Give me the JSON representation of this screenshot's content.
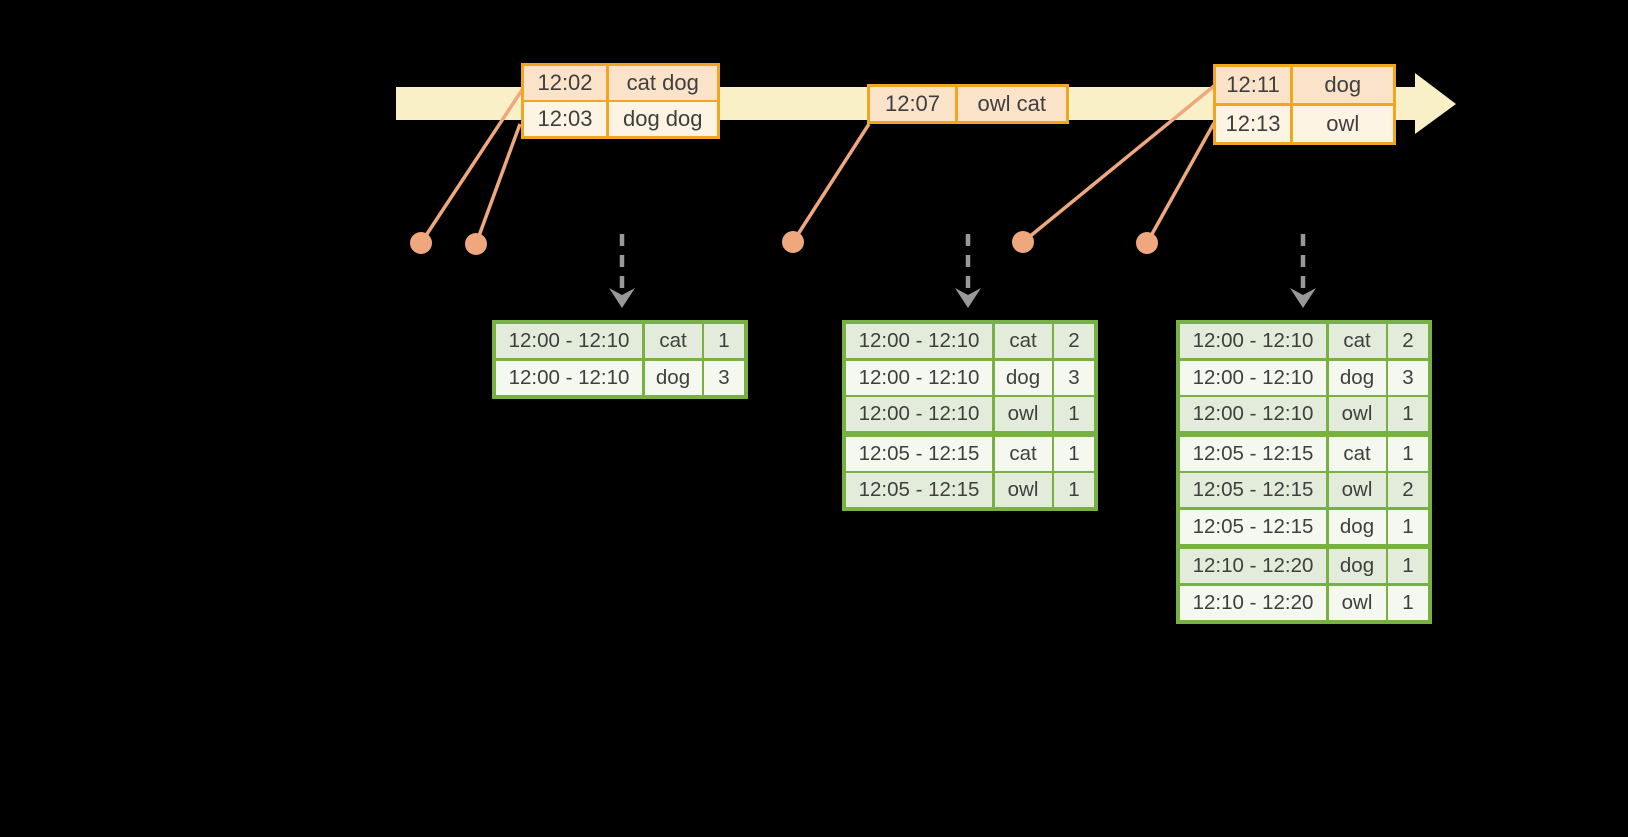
{
  "colors": {
    "background": "#000000",
    "timeline_band": "#FAF0C8",
    "event_box_border": "#F0A61E",
    "event_fill_peach": "#FAE3C8",
    "event_fill_cream": "#FDF4E4",
    "connector_salmon": "#EFA87D",
    "trigger_arrow_gray": "#999999",
    "table_border_green": "#77B043",
    "table_fill_green_dark": "#E3ECDA",
    "table_fill_green_light": "#F4F8EF",
    "text_dark": "#3F3F3F"
  },
  "icons": {
    "timeline_arrow": "right-arrow-band",
    "trigger_arrow": "dashed-down-arrow",
    "event_dot": "filled-circle"
  },
  "timeline": {
    "events": [
      {
        "rows": [
          {
            "time": "12:02",
            "words": "cat dog"
          },
          {
            "time": "12:03",
            "words": "dog dog"
          }
        ]
      },
      {
        "rows": [
          {
            "time": "12:07",
            "words": "owl cat"
          }
        ]
      },
      {
        "rows": [
          {
            "time": "12:11",
            "words": "dog"
          },
          {
            "time": "12:13",
            "words": "owl"
          }
        ]
      }
    ]
  },
  "result_tables": [
    {
      "rows": [
        {
          "window": "12:00 - 12:10",
          "word": "cat",
          "count": "1"
        },
        {
          "window": "12:00 - 12:10",
          "word": "dog",
          "count": "3"
        }
      ]
    },
    {
      "rows": [
        {
          "window": "12:00 - 12:10",
          "word": "cat",
          "count": "2"
        },
        {
          "window": "12:00 - 12:10",
          "word": "dog",
          "count": "3"
        },
        {
          "window": "12:00 - 12:10",
          "word": "owl",
          "count": "1"
        },
        {
          "window": "12:05 - 12:15",
          "word": "cat",
          "count": "1"
        },
        {
          "window": "12:05 - 12:15",
          "word": "owl",
          "count": "1"
        }
      ]
    },
    {
      "rows": [
        {
          "window": "12:00 - 12:10",
          "word": "cat",
          "count": "2"
        },
        {
          "window": "12:00 - 12:10",
          "word": "dog",
          "count": "3"
        },
        {
          "window": "12:00 - 12:10",
          "word": "owl",
          "count": "1"
        },
        {
          "window": "12:05 - 12:15",
          "word": "cat",
          "count": "1"
        },
        {
          "window": "12:05 - 12:15",
          "word": "owl",
          "count": "2"
        },
        {
          "window": "12:05 - 12:15",
          "word": "dog",
          "count": "1"
        },
        {
          "window": "12:10 - 12:20",
          "word": "dog",
          "count": "1"
        },
        {
          "window": "12:10 - 12:20",
          "word": "owl",
          "count": "1"
        }
      ]
    }
  ]
}
